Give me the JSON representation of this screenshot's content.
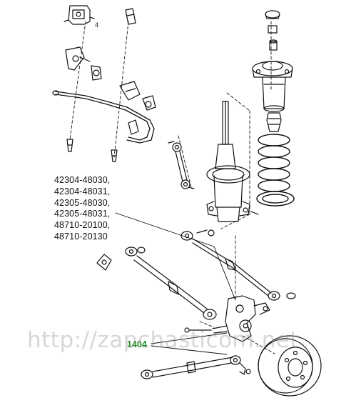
{
  "diagram": {
    "part_numbers": [
      "42304-48030,",
      "42304-48031,",
      "42305-48030,",
      "42305-48031,",
      "48710-20100,",
      "48710-20130"
    ],
    "callout_label": "1404",
    "small_label": "4",
    "watermark": "http://zapchasticom.net",
    "colors": {
      "line": "#111111",
      "callout": "#1a8a1a",
      "watermark": "#999999"
    }
  }
}
